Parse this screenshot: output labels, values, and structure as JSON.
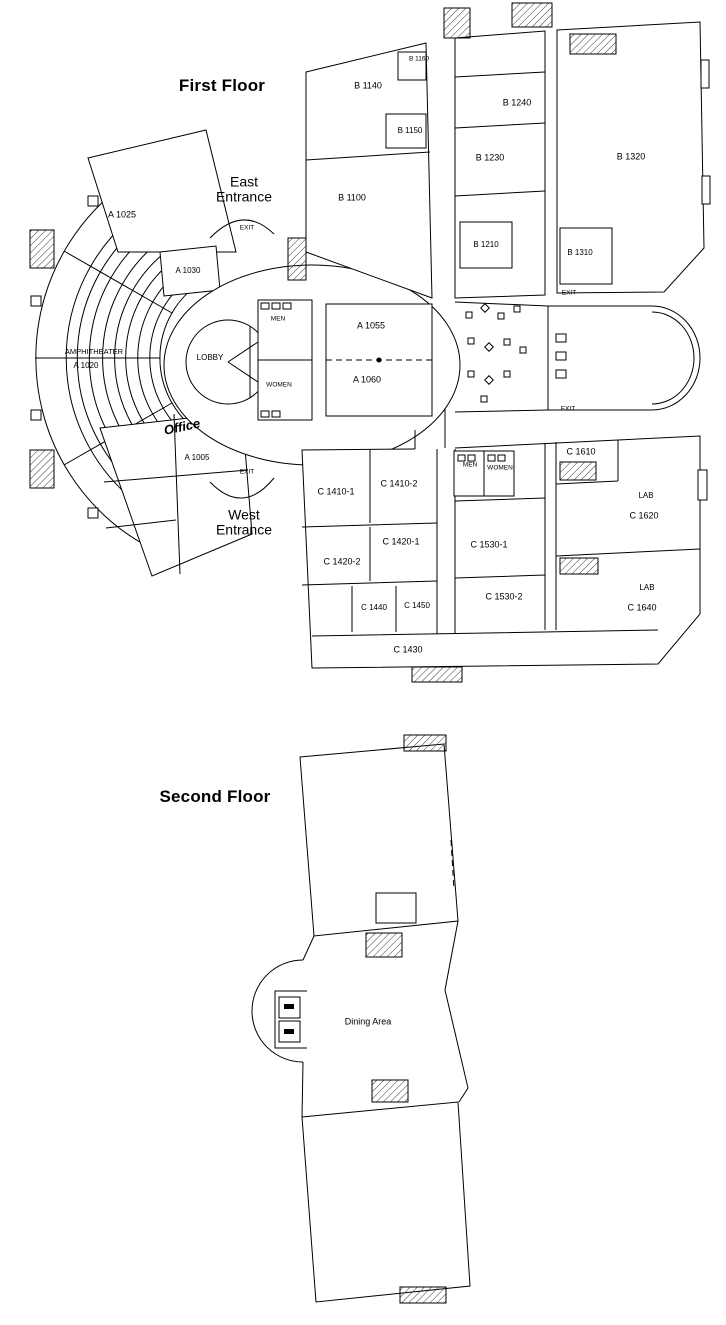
{
  "colors": {
    "background": "#ffffff",
    "ink": "#000000",
    "hatch": "#3a3a3a"
  },
  "first_floor": {
    "title": "First Floor",
    "entrances": {
      "east": "East Entrance",
      "west": "West Entrance"
    },
    "labels": {
      "exit": "EXIT",
      "men": "MEN",
      "women": "WOMEN",
      "lab": "LAB",
      "lobby": "LOBBY",
      "office": "Office",
      "amphitheater": "AMPHITHEATER"
    },
    "rooms": {
      "a1005": "A 1005",
      "a1020": "A 1020",
      "a1025": "A 1025",
      "a1030": "A 1030",
      "a1055": "A 1055",
      "a1060": "A 1060",
      "b1100": "B 1100",
      "b1140": "B 1140",
      "b1150": "B 1150",
      "b1160": "B 1160",
      "b1210": "B 1210",
      "b1230": "B 1230",
      "b1240": "B 1240",
      "b1310": "B 1310",
      "b1320": "B 1320",
      "c1410_1": "C 1410-1",
      "c1410_2": "C 1410-2",
      "c1420_1": "C 1420-1",
      "c1420_2": "C 1420-2",
      "c1430": "C 1430",
      "c1440": "C 1440",
      "c1450": "C 1450",
      "c1530_1": "C 1530-1",
      "c1530_2": "C 1530-2",
      "c1610": "C 1610",
      "c1620": "C 1620",
      "c1640": "C 1640"
    }
  },
  "second_floor": {
    "title": "Second Floor",
    "labels": {
      "dining_area": "Dining Area"
    }
  }
}
